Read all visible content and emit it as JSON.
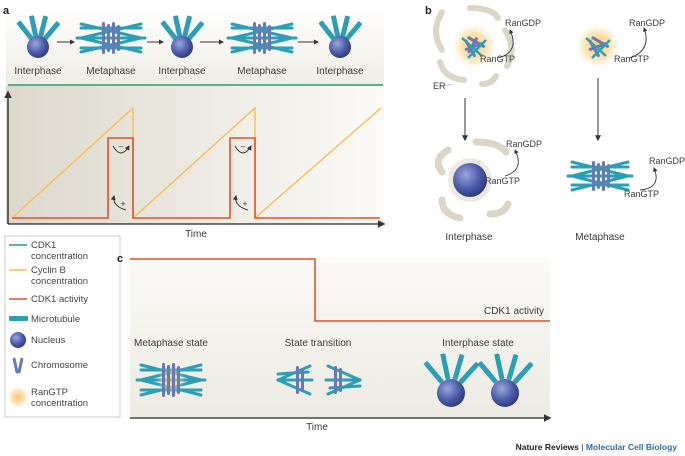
{
  "panels": {
    "a": "a",
    "b": "b",
    "c": "c"
  },
  "panel_a": {
    "stages": [
      "Interphase",
      "Metaphase",
      "Interphase",
      "Metaphase",
      "Interphase"
    ],
    "x_label": "Time",
    "feedback_signs": [
      "–",
      "+",
      "–",
      "+"
    ]
  },
  "panel_b": {
    "rangdp": "RanGDP",
    "rangtp": "RanGTP",
    "er": "ER",
    "interphase": "Interphase",
    "metaphase": "Metaphase"
  },
  "legend": {
    "items": [
      {
        "label": "CDK1 concentration",
        "color": "#2e9b6c",
        "kind": "line"
      },
      {
        "label": "Cyclin B concentration",
        "color": "#f2c056",
        "kind": "line"
      },
      {
        "label": "CDK1 activity",
        "color": "#e2502c",
        "kind": "line"
      },
      {
        "label": "Microtubule",
        "color": "#2b9fb5",
        "kind": "tube"
      },
      {
        "label": "Nucleus",
        "color": "#4a5aa8",
        "kind": "nucleus"
      },
      {
        "label": "Chromosome",
        "color": "#5a6aa8",
        "kind": "chromosome"
      },
      {
        "label": "RanGTP concentration",
        "color": "#f9c56a",
        "kind": "glow"
      }
    ]
  },
  "panel_c": {
    "cdk1_activity": "CDK1 activity",
    "states": [
      "Metaphase state",
      "State transition",
      "Interphase state"
    ],
    "x_label": "Time"
  },
  "credit": {
    "journal": "Nature Reviews",
    "separator": " | ",
    "title": "Molecular Cell Biology"
  }
}
